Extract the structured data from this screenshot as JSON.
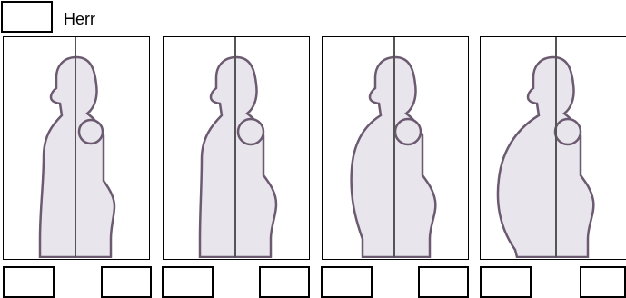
{
  "header": {
    "label": "Herr"
  },
  "figures": [
    {
      "body_type": "slim",
      "belly": 0,
      "checkboxes": 2
    },
    {
      "body_type": "normal",
      "belly": 1,
      "checkboxes": 2
    },
    {
      "body_type": "round",
      "belly": 2,
      "checkboxes": 2
    },
    {
      "body_type": "obese",
      "belly": 3,
      "checkboxes": 2
    }
  ],
  "colors": {
    "figure_fill": "#e8e6ec",
    "figure_outline": "#6b5a70",
    "axis_line": "#555555",
    "border": "#000000"
  }
}
